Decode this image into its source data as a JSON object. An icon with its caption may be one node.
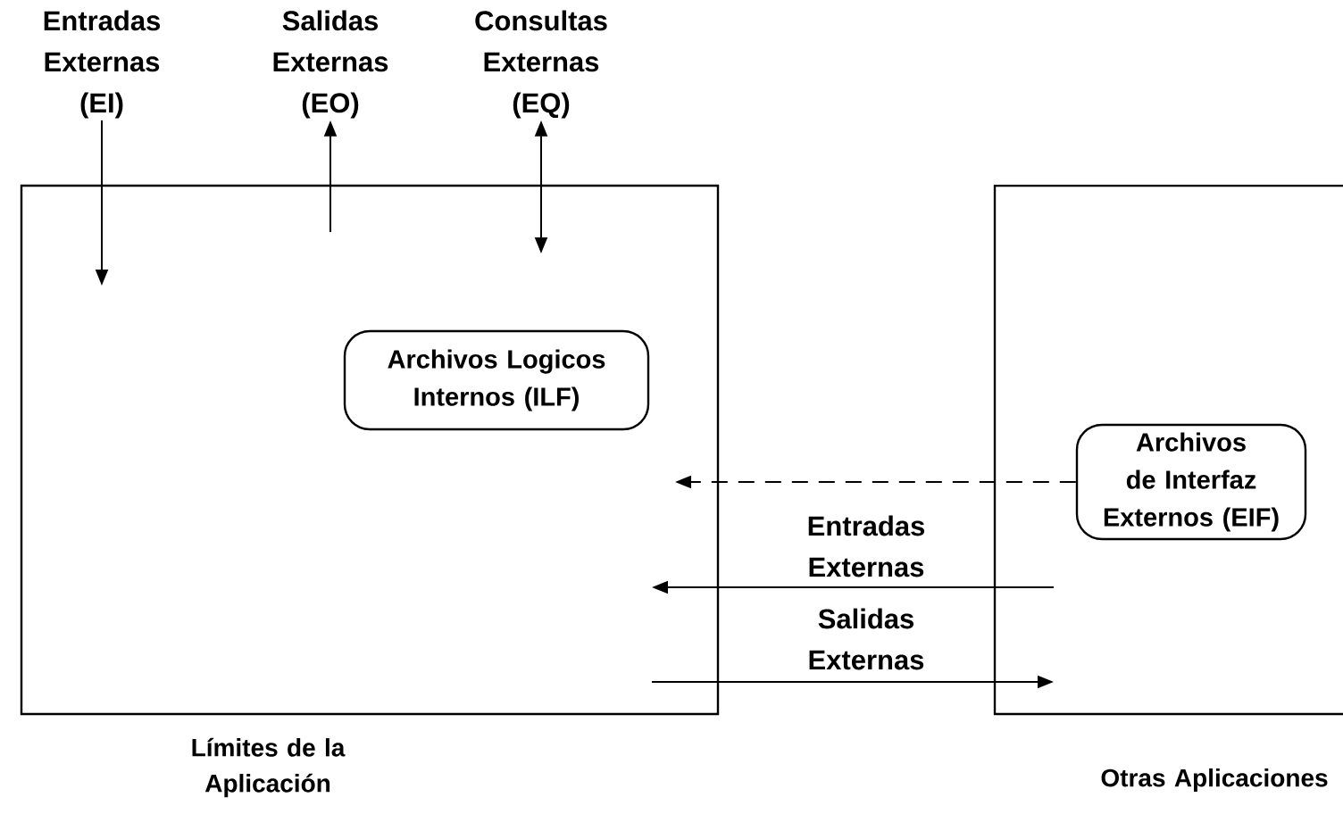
{
  "diagram": {
    "nodes": [
      {
        "text": [
          "Límites de la Aplicación"
        ]
      },
      {
        "text": [
          "Otras Aplicaciones"
        ]
      },
      {
        "text": [
          "Archivos Logicos Internos (ILF)"
        ],
        "in": 0
      },
      {
        "text": [
          "Archivos de Interfaz Externos (EIF)"
        ],
        "in": 1
      },
      {
        "text": [
          "Entradas Externas (EI)"
        ]
      },
      {
        "text": [
          "Salidas Externas (EO)"
        ]
      },
      {
        "text": [
          "Consultas Externas (EQ)"
        ]
      }
    ],
    "edges": [
      {
        "from": 4,
        "to": 0,
        "arrow": "to"
      },
      {
        "from": 0,
        "to": 5,
        "arrow": "to"
      },
      {
        "from": 6,
        "to": 0,
        "arrow": "both"
      },
      {
        "from": 3,
        "to": 0,
        "arrow": "to",
        "style": "dashed"
      },
      {
        "from": 1,
        "to": 0,
        "arrow": "to",
        "label": "Entradas Externas"
      },
      {
        "from": 0,
        "to": 1,
        "arrow": "to",
        "label": "Salidas Externas"
      }
    ]
  }
}
